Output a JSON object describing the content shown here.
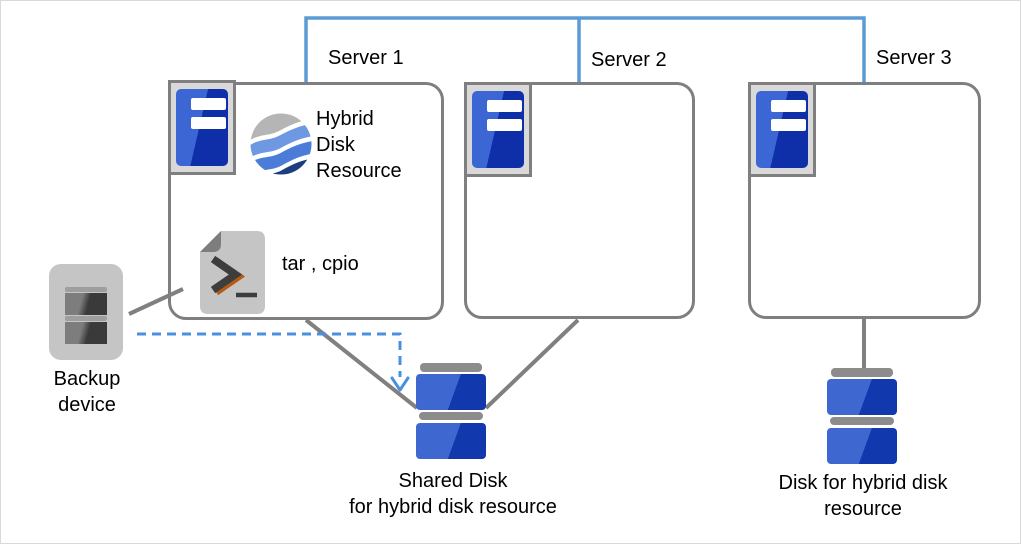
{
  "labels": {
    "server1": "Server 1",
    "server2": "Server 2",
    "server3": "Server 3",
    "hybrid_disk_resource": "Hybrid\nDisk\nResource",
    "backup_tools": "tar , cpio",
    "backup_device": "Backup\ndevice",
    "shared_disk": "Shared Disk\nfor hybrid disk resource",
    "hybrid_disk": "Disk for hybrid disk\nresource"
  },
  "icons": {
    "server_icon": "blue server tower with two white slots",
    "hybrid_disk_resource_icon": "wave-globe sphere with gray and blue wave stripes",
    "script_file_icon": "gray shell-script file with folded corner and >_ prompt",
    "backup_device_icon": "gray tape backup drive",
    "disk_stack_icon": "two stacked blue disks with gray caps",
    "dashed_arrowhead_icon": "downward open chevron arrowhead"
  },
  "colors": {
    "accent_blue": "#5b9bd5",
    "dash_blue": "#4a90e2",
    "line_gray": "#808080",
    "box_border": "#7f7f7f",
    "icon_bg": "#d9d9d9",
    "server_light": "#3b66d4",
    "server_dark": "#0f2fa8",
    "disk_light": "#3e68cf",
    "disk_dark": "#1238ae",
    "disk_cap": "#8c8c8c",
    "device_gray": "#c5c5c5",
    "file_gray": "#c5c5c5",
    "fold_gray": "#7d7d7d",
    "glyph_dark": "#3d3d3d",
    "glyph_orange": "#b55a14",
    "wave_gray": "#b5b5b5",
    "wave_light": "#6f98e2",
    "wave_mid": "#4a7cd8",
    "wave_navy": "#1c3e7e"
  }
}
